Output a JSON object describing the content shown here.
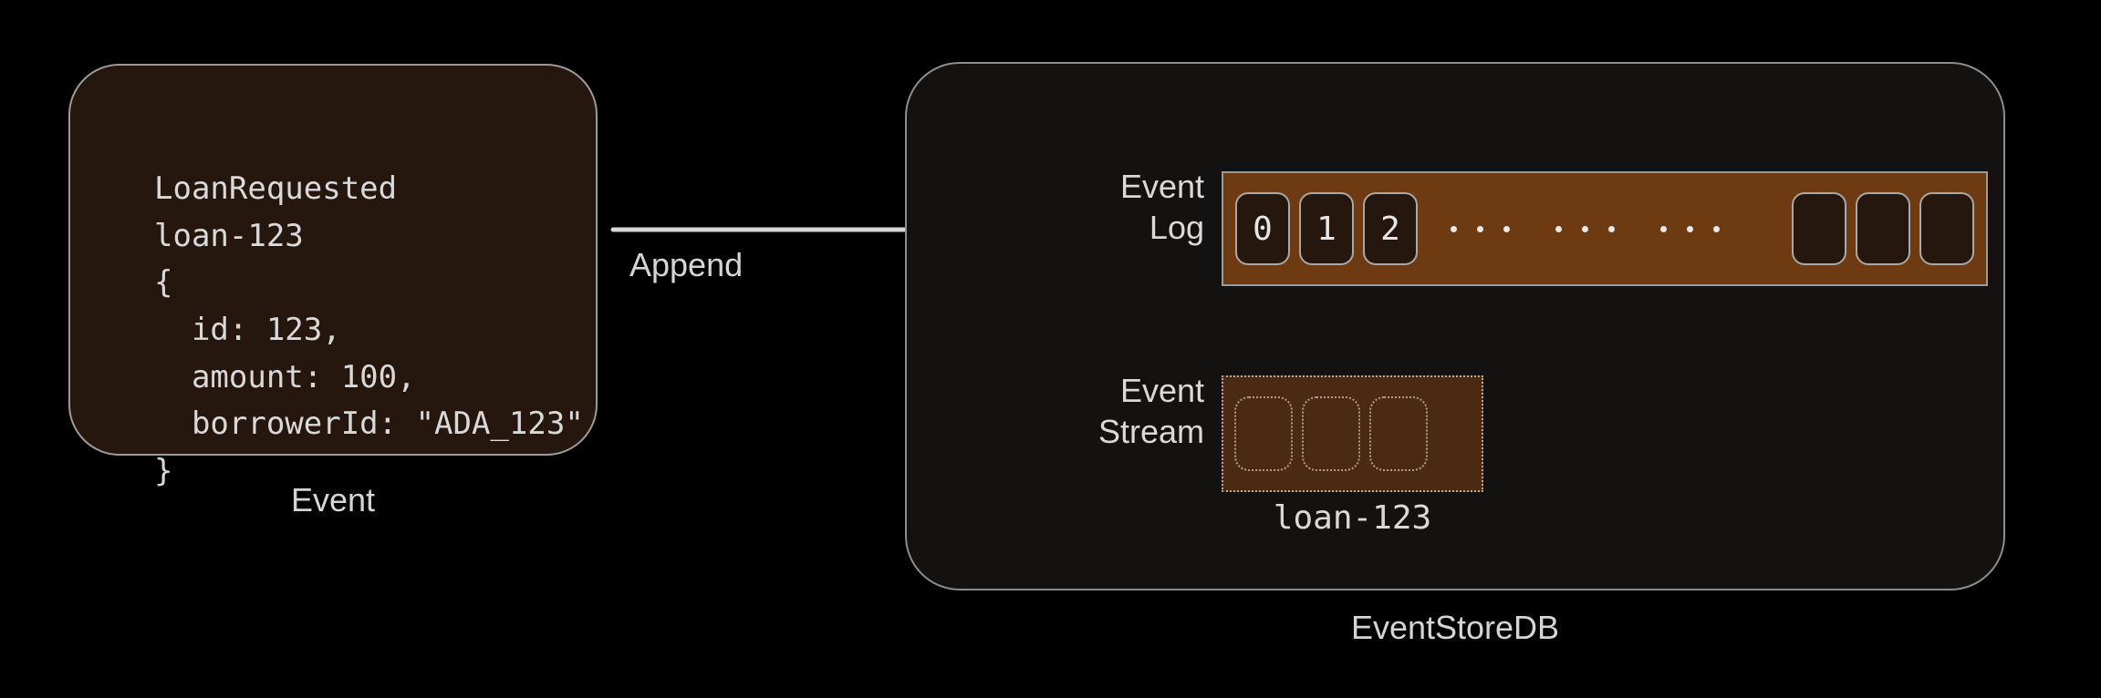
{
  "diagram": {
    "title": "Event append to EventStoreDB",
    "background_color": "#000000",
    "accent_color": "#6E3A11",
    "line_color": "#d5d5d5"
  },
  "event_card": {
    "code": "LoanRequested\nloan-123\n{\n  id: 123,\n  amount: 100,\n  borrowerId: \"ADA_123\"\n}",
    "caption": "Event",
    "fill_color": "#25170E",
    "border_color": "#9a9a9a"
  },
  "arrow": {
    "label": "Append"
  },
  "store": {
    "caption": "EventStoreDB",
    "fill_color": "#141211",
    "border_color": "#8d8d8d"
  },
  "event_log": {
    "label": "Event\nLog",
    "fill_color": "#6E3A11",
    "cells": [
      "0",
      "1",
      "2"
    ],
    "dot_groups": [
      3,
      3,
      3
    ],
    "trailing_cells": [
      "",
      "",
      ""
    ]
  },
  "event_stream": {
    "label": "Event\nStream",
    "caption": "loan-123",
    "fill_color": "#4a2a12",
    "cells": [
      "",
      "",
      ""
    ]
  }
}
